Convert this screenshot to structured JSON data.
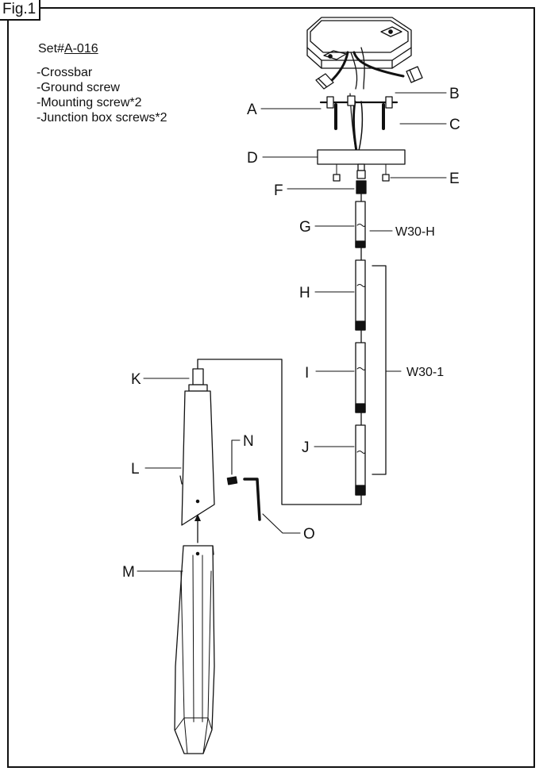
{
  "figure": {
    "title": "Fig.1",
    "set_label": "Set#",
    "set_number": "A-016",
    "parts_list": [
      "-Crossbar",
      "-Ground screw",
      "-Mounting screw*2",
      "-Junction box screws*2"
    ]
  },
  "callouts": {
    "A": "A",
    "B": "B",
    "C": "C",
    "D": "D",
    "E": "E",
    "F": "F",
    "G": "G",
    "H": "H",
    "I": "I",
    "J": "J",
    "K": "K",
    "L": "L",
    "M": "M",
    "N": "N",
    "O": "O"
  },
  "groups": {
    "w30_h": "W30-H",
    "w30_1": "W30-1"
  }
}
